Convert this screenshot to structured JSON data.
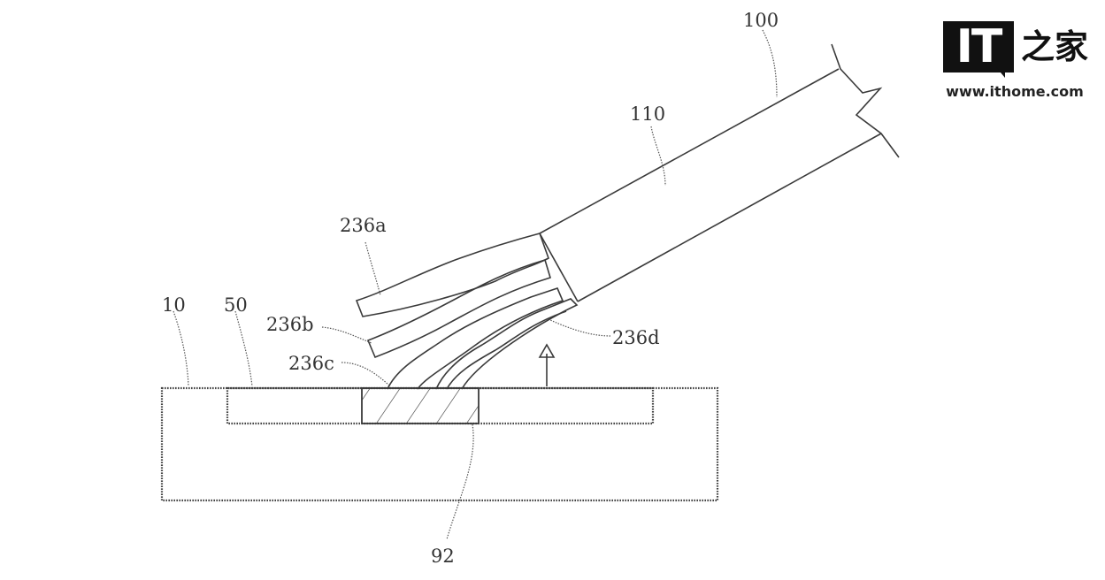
{
  "labels": {
    "n100": "100",
    "n110": "110",
    "n236a": "236a",
    "n236b": "236b",
    "n236c": "236c",
    "n236d": "236d",
    "n10": "10",
    "n50": "50",
    "n92": "92"
  },
  "watermark": {
    "logo_text": "IT",
    "logo_cn": "之家",
    "url": "www.ithome.com"
  },
  "colors": {
    "line": "#3a3a3a",
    "background": "#ffffff",
    "logo": "#111111"
  }
}
